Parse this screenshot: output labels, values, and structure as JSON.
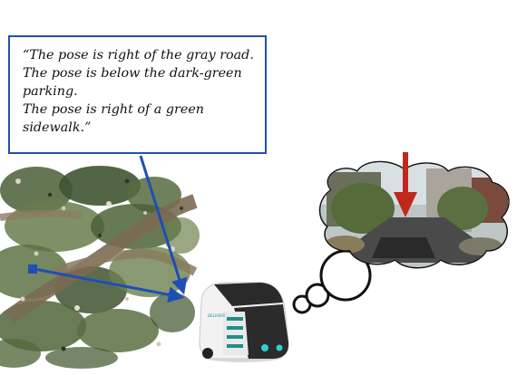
{
  "caption": {
    "lines": [
      "“The pose is right of the gray road.",
      "The pose is below the dark-green",
      "parking.",
      "The pose is right of a green",
      "sidewalk.”"
    ]
  },
  "vehicle": {
    "brand_text": "DELIVERY"
  },
  "colors": {
    "arrow_blue": "#1f4fb4",
    "pin_red": "#c0281b",
    "road_brown": "#6b5a44",
    "tree_green": "#5f7b46"
  }
}
